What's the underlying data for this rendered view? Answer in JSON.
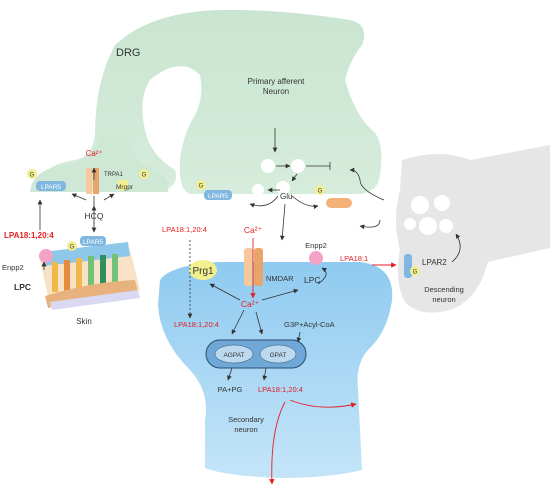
{
  "labels": {
    "drg": "DRG",
    "primary_afferent_line1": "Primary afferent",
    "primary_afferent_line2": "Neuron",
    "glu": "Glu",
    "g": "G",
    "lpar5_left": "LPAR5",
    "lpar5_center": "LPAR5",
    "lpar5_skin": "LPAR5",
    "trpa1": "TRPA1",
    "mrgpr": "Mrgpr",
    "ca2_top": "Ca²⁺",
    "hcq": "HCQ",
    "lpa_left": "LPA18:1,20:4",
    "enpp2_left": "Enpp2",
    "lpc_left": "LPC",
    "skin": "Skin",
    "lpa_mid": "LPA18:1,20:4",
    "ca2_center": "Ca²⁺",
    "prg1": "Prg1",
    "nmdar": "NMDAR",
    "enpp2_center": "Enpp2",
    "lpc_center": "LPC",
    "lpa181": "LPA18:1",
    "lpar2": "LPAR2",
    "descending_line1": "Descending",
    "descending_line2": "neuron",
    "ca2_lower": "Ca²⁺",
    "lpa_lower": "LPA18:1,20:4",
    "g3p": "G3P+Acyl-CoA",
    "agpat": "AGPAT",
    "gpat": "GPAT",
    "papg": "PA+PG",
    "lpa_bottom": "LPA18:1,20:4",
    "secondary_line1": "Secondary",
    "secondary_line2": "neuron"
  },
  "colors": {
    "drg_neuron": "#cfe8d6",
    "secondary_neuron": "#9fd3f2",
    "descending_neuron": "#e6e6e6",
    "highlight_red": "#e31e24",
    "enpp2_pink": "#f2a3c7",
    "g_protein_yellow": "#f2ef8f",
    "lpar_blue": "#7fb7e0"
  }
}
